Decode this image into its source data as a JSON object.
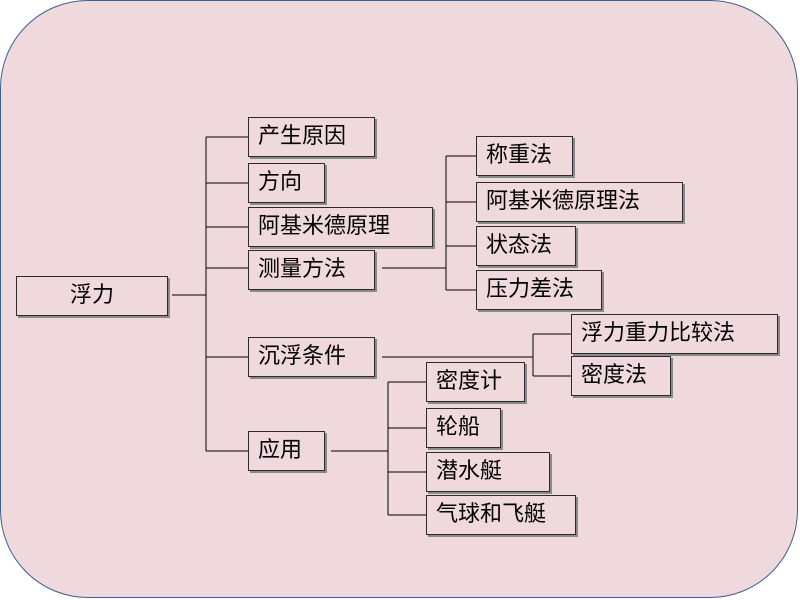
{
  "root": {
    "label": "浮力"
  },
  "branches": {
    "cause": "产生原因",
    "direction": "方向",
    "archimedes": "阿基米德原理",
    "measure": {
      "label": "测量方法",
      "children": [
        "称重法",
        "阿基米德原理法",
        "状态法",
        "压力差法"
      ]
    },
    "sink_float": {
      "label": "沉浮条件",
      "children": [
        "浮力重力比较法",
        "密度法"
      ]
    },
    "application": {
      "label": "应用",
      "children": [
        "密度计",
        "轮船",
        "潜水艇",
        "气球和飞艇"
      ]
    }
  }
}
